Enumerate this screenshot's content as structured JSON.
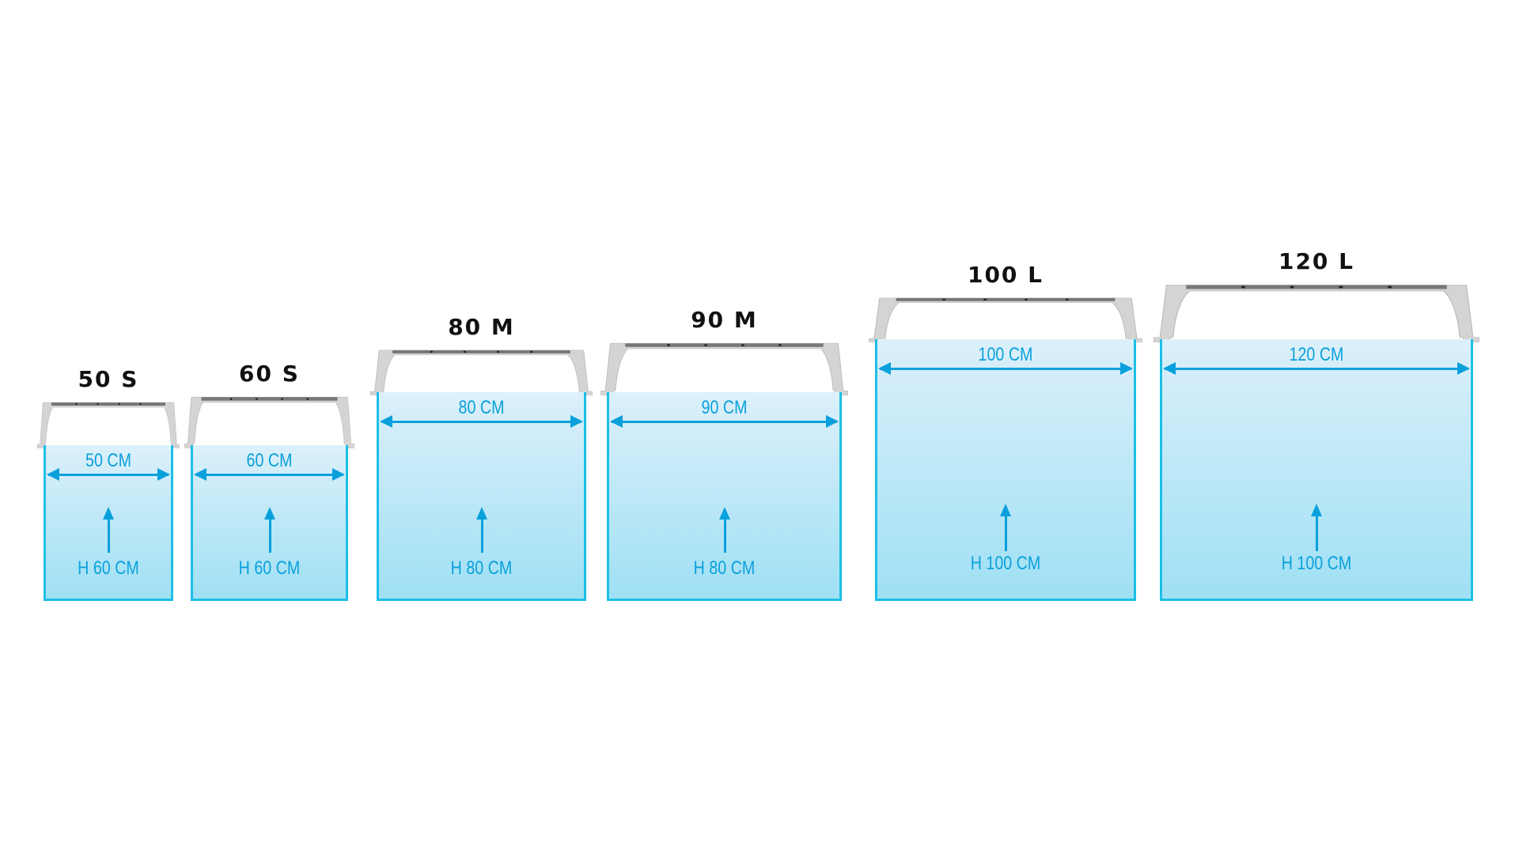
{
  "tanks": [
    {
      "model": "50 S",
      "width_label": "50 CM",
      "height_label": "H 60 CM"
    },
    {
      "model": "60 S",
      "width_label": "60 CM",
      "height_label": "H 60 CM"
    },
    {
      "model": "80 M",
      "width_label": "80 CM",
      "height_label": "H 80 CM"
    },
    {
      "model": "90 M",
      "width_label": "90 CM",
      "height_label": "H 80 CM"
    },
    {
      "model": "100 L",
      "width_label": "100 CM",
      "height_label": "H 100 CM"
    },
    {
      "model": "120 L",
      "width_label": "120 CM",
      "height_label": "H 100 CM"
    }
  ],
  "colors": {
    "water_top": "#dcf0fa",
    "water_bottom": "#9fe0f4",
    "accent": "#0aa0dc",
    "lamp": "#d4d4d4"
  }
}
